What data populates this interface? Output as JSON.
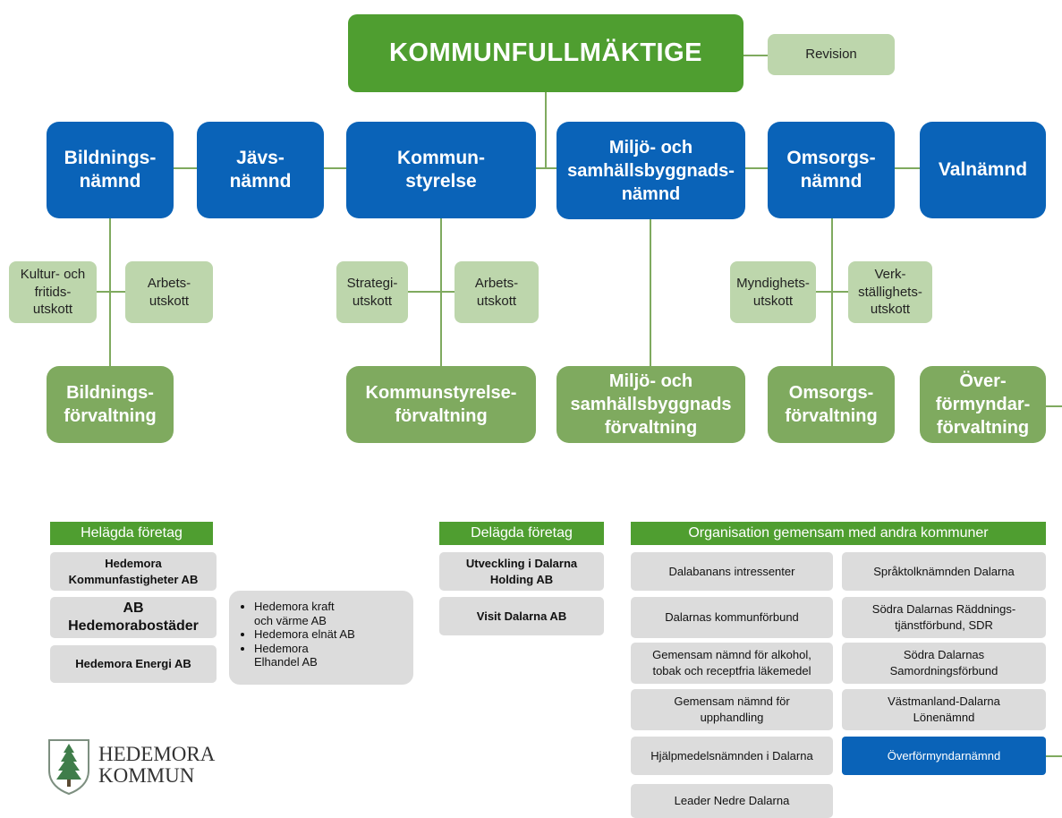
{
  "top": {
    "council": "KOMMUNFULLMÄKTIGE",
    "revision": "Revision"
  },
  "boards": {
    "bildning": "Bildnings-\nnämnd",
    "javs": "Jävs-\nnämnd",
    "kommunstyrelse": "Kommun-\nstyrelse",
    "miljo": "Miljö- och\nsamhällsbyggnads-\nnämnd",
    "omsorg": "Omsorgs-\nnämnd",
    "val": "Valnämnd"
  },
  "committees": {
    "kultur": "Kultur- och\nfritids-\nutskott",
    "bildning_arbets": "Arbets-\nutskott",
    "strategi": "Strategi-\nutskott",
    "ks_arbets": "Arbets-\nutskott",
    "myndighet": "Myndighets-\nutskott",
    "verkstallighet": "Verk-\nställighets-\nutskott"
  },
  "administrations": {
    "bildning": "Bildnings-\nförvaltning",
    "kommunstyrelse": "Kommunstyrelse-\nförvaltning",
    "miljo": "Miljö- och\nsamhällsbyggnads\nförvaltning",
    "omsorg": "Omsorgs-\nförvaltning",
    "overformyndar": "Över-\nförmyndar-\nförvaltning"
  },
  "wholly_owned": {
    "header": "Helägda företag",
    "companies": [
      "Hedemora\nKommunfastigheter AB",
      "AB\nHedemorabostäder",
      "Hedemora Energi AB"
    ],
    "subsidiaries": [
      "Hedemora kraft\noch värme AB",
      "Hedemora elnät AB",
      "Hedemora\nElhandel AB"
    ]
  },
  "partly_owned": {
    "header": "Delägda företag",
    "companies": [
      "Utveckling i Dalarna\nHolding AB",
      "Visit Dalarna AB"
    ]
  },
  "joint": {
    "header": "Organisation gemensam med andra kommuner",
    "left": [
      "Dalabanans intressenter",
      "Dalarnas kommunförbund",
      "Gemensam nämnd för alkohol,\ntobak och receptfria läkemedel",
      "Gemensam nämnd för\nupphandling",
      "Hjälpmedelsnämnden i Dalarna",
      "Leader Nedre Dalarna"
    ],
    "right": [
      "Språktolknämnden Dalarna",
      "Södra Dalarnas Räddnings-\ntjänstförbund, SDR",
      "Södra Dalarnas\nSamordningsförbund",
      "Västmanland-Dalarna\nLönenämnd",
      "Överförmyndarnämnd"
    ]
  },
  "logo": {
    "text": "HEDEMORA\nKOMMUN",
    "icon": "spruce-tree-shield-icon"
  },
  "colors": {
    "council_green": "#4f9e30",
    "board_blue": "#0a63b8",
    "admin_green": "#7faa5f",
    "committee_light_green": "#bdd6ac",
    "company_gray": "#dcdcdc"
  }
}
